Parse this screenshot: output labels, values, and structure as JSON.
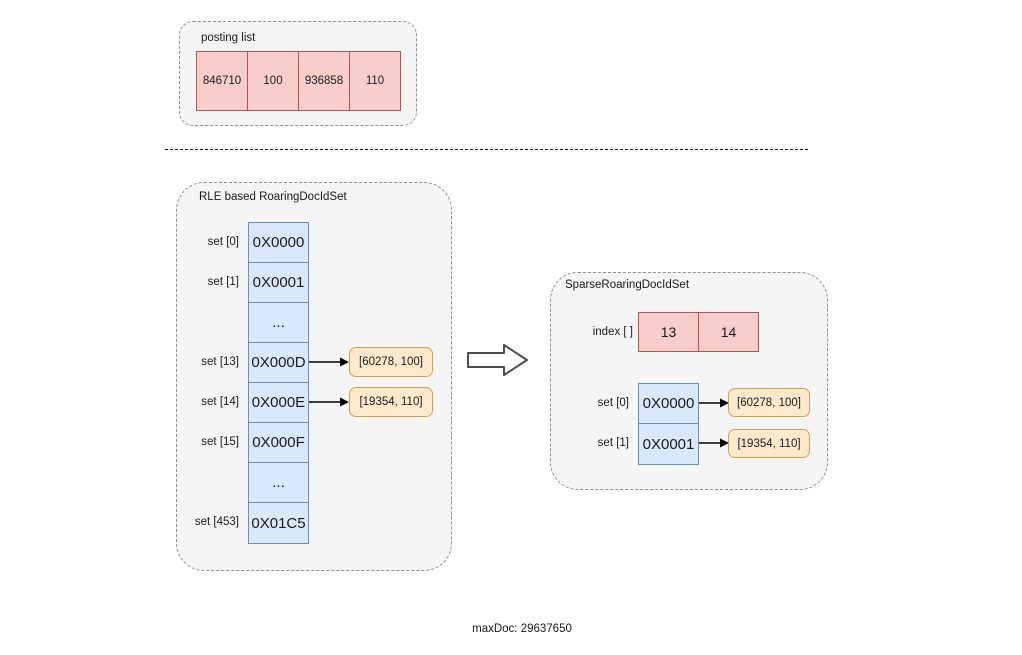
{
  "colors": {
    "container-fill": "#f5f5f5",
    "container-border": "#8f8f8f",
    "pink-fill": "#f8cecc",
    "pink-border": "#b85450",
    "blue-fill": "#dae8fc",
    "blue-border": "#6c8ebf",
    "chip-fill": "#ffe9cc",
    "chip-border": "#d0a055",
    "arrow-color": "#000000",
    "text-color": "#1a1a1a"
  },
  "posting_list": {
    "title": "posting list",
    "cells": [
      "846710",
      "100",
      "936858",
      "110"
    ]
  },
  "rle": {
    "title": "RLE based RoaringDocIdSet",
    "rows": [
      {
        "label": "set [0]",
        "value": "0X0000"
      },
      {
        "label": "set [1]",
        "value": "0X0001"
      },
      {
        "label": "",
        "value": "..."
      },
      {
        "label": "set [13]",
        "value": "0X000D",
        "target": "[60278, 100]"
      },
      {
        "label": "set [14]",
        "value": "0X000E",
        "target": "[19354, 110]"
      },
      {
        "label": "set [15]",
        "value": "0X000F"
      },
      {
        "label": "",
        "value": "..."
      },
      {
        "label": "set [453]",
        "value": "0X01C5"
      }
    ]
  },
  "sparse": {
    "title": "SparseRoaringDocIdSet",
    "index_label": "index [ ]",
    "index_cells": [
      "13",
      "14"
    ],
    "rows": [
      {
        "label": "set [0]",
        "value": "0X0000",
        "target": "[60278, 100]"
      },
      {
        "label": "set [1]",
        "value": "0X0001",
        "target": "[19354, 110]"
      }
    ]
  },
  "footer": {
    "max_doc": "maxDoc: 29637650"
  }
}
